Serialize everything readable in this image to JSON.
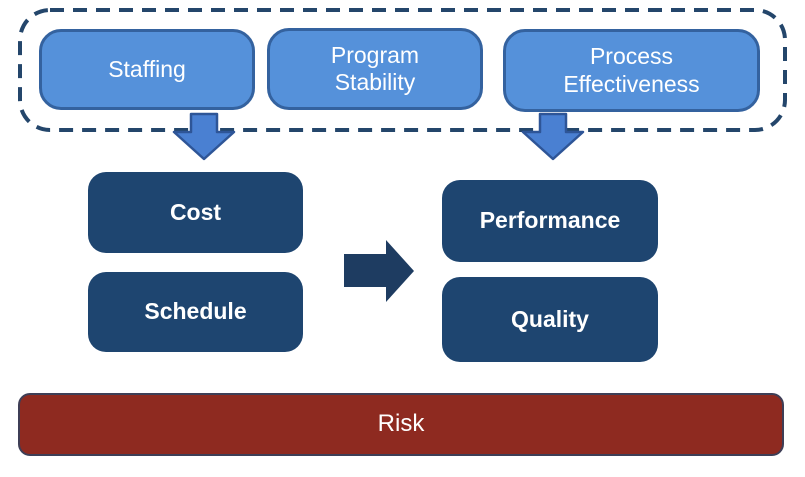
{
  "diagram": {
    "factor_group": {
      "items": [
        {
          "label": "Staffing"
        },
        {
          "label": "Program\nStability"
        },
        {
          "label": "Process\nEffectiveness"
        }
      ]
    },
    "left_column": {
      "items": [
        {
          "label": "Cost"
        },
        {
          "label": "Schedule"
        }
      ]
    },
    "right_column": {
      "items": [
        {
          "label": "Performance"
        },
        {
          "label": "Quality"
        }
      ]
    },
    "risk": {
      "label": "Risk"
    }
  },
  "colors": {
    "factor_fill": "#5591da",
    "factor_border": "#34629f",
    "down_arrow_fill": "#4a80d2",
    "down_arrow_border": "#2e5597",
    "outcome_fill": "#1e4570",
    "flow_arrow": "#1e3c61",
    "dashed_border": "#24466b",
    "risk_fill": "#8e2a20",
    "risk_border": "#3e3e56",
    "text": "#ffffff"
  }
}
